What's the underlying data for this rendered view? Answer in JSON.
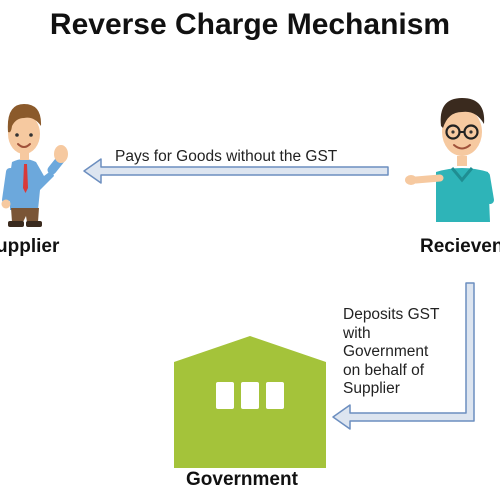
{
  "title": "Reverse Charge Mechanism",
  "nodes": {
    "supplier": "upplier",
    "receiver": "Recieven",
    "government": "Government"
  },
  "edges": {
    "payment": "Pays for Goods without the GST",
    "deposit": [
      "Deposits GST",
      "with",
      "Government",
      "on behalf of",
      "Supplier"
    ]
  },
  "colors": {
    "arrow_fill": "#dde5f0",
    "arrow_stroke": "#6c8ebf",
    "building": "#a4c33a",
    "window": "#ffffff"
  },
  "icons": {
    "supplier": "man-waving-icon",
    "receiver": "man-with-glasses-icon",
    "government": "building-icon"
  }
}
